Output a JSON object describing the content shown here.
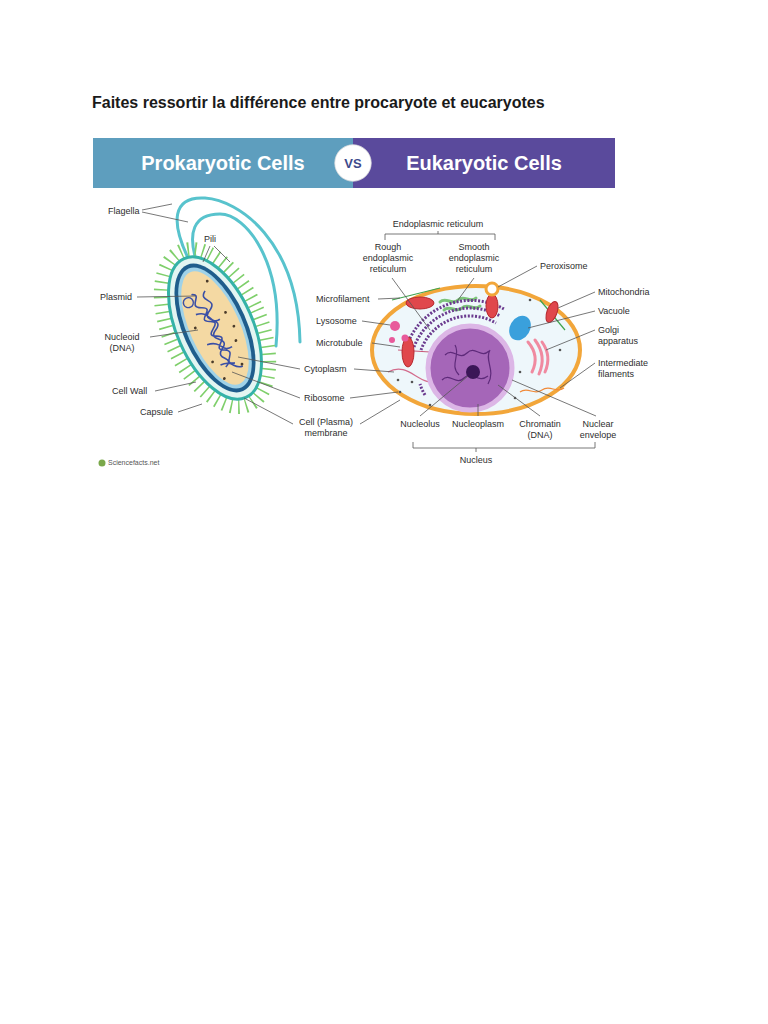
{
  "diagram": {
    "title": "Faites ressortir la différence entre procaryote et eucaryotes",
    "nodes": [
      {
        "text": [
          "Prokaryotic Cells"
        ]
      },
      {
        "text": [
          "VS"
        ]
      },
      {
        "text": [
          "Eukaryotic Cells"
        ]
      }
    ],
    "labels": [
      "Flagella",
      "Pili",
      "Plasmid",
      "Nucleoid (DNA)",
      "Cell Wall",
      "Capsule",
      "Cytoplasm",
      "Ribosome",
      "Cell (Plasma) membrane",
      "Endoplasmic reticulum",
      "Rough endoplasmic reticulum",
      "Smooth endoplasmic reticulum",
      "Peroxisome",
      "Mitochondria",
      "Vacuole",
      "Golgi apparatus",
      "Intermediate filaments",
      "Microfilament",
      "Lysosome",
      "Microtubule",
      "Nucleolus",
      "Nucleoplasm",
      "Chromatin (DNA)",
      "Nuclear envelope",
      "Nucleus",
      "Sciencefacts.net"
    ]
  }
}
